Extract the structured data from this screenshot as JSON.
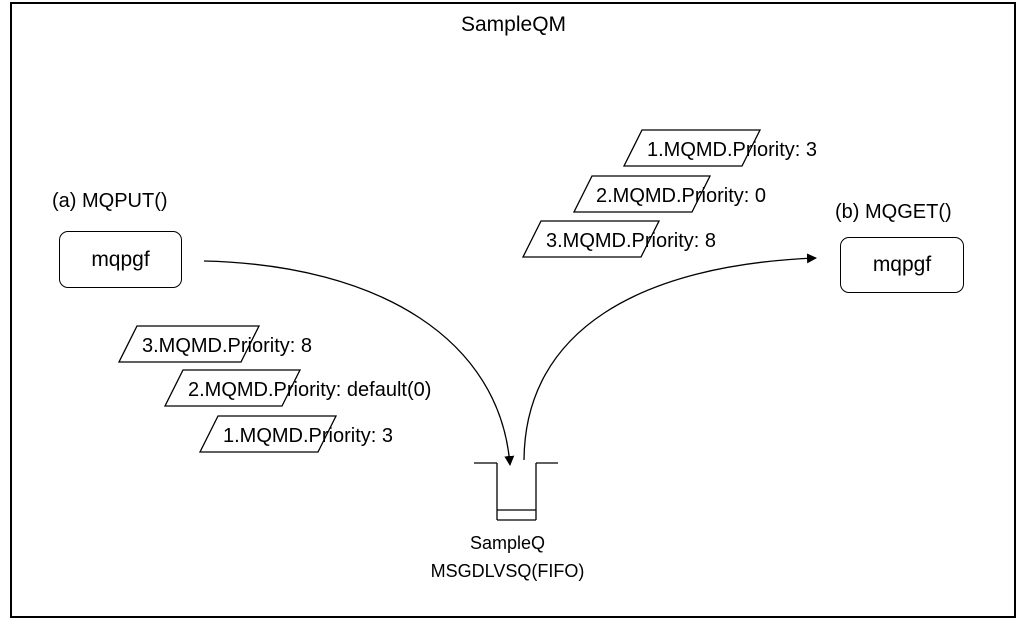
{
  "diagram": {
    "title": "SampleQM",
    "put": {
      "caption": "(a) MQPUT()",
      "program": "mqpgf",
      "messages": [
        "3.MQMD.Priority: 8",
        "2.MQMD.Priority: default(0)",
        "1.MQMD.Priority: 3"
      ]
    },
    "get": {
      "caption": "(b) MQGET()",
      "program": "mqpgf",
      "messages": [
        "1.MQMD.Priority: 3",
        "2.MQMD.Priority: 0",
        "3.MQMD.Priority: 8"
      ]
    },
    "queue": {
      "name": "SampleQ",
      "attribute": "MSGDLVSQ(FIFO)"
    }
  }
}
